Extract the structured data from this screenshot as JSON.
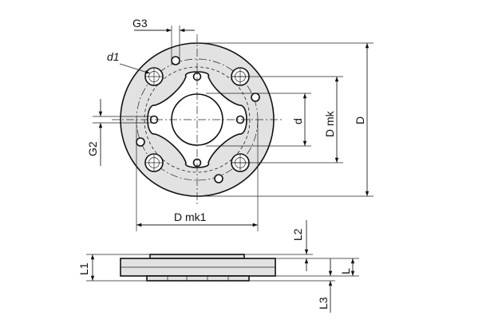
{
  "labels": {
    "g3": "G3",
    "d1": "d1",
    "g2": "G2",
    "d": "d",
    "d_mk": "D mk",
    "d_outer": "D",
    "d_mk1": "D mk1",
    "l1": "L1",
    "l2": "L2",
    "l": "L",
    "l3": "L3"
  },
  "colors": {
    "flange_fill": "#e2e2e2",
    "line": "#111111",
    "background": "#ffffff"
  }
}
